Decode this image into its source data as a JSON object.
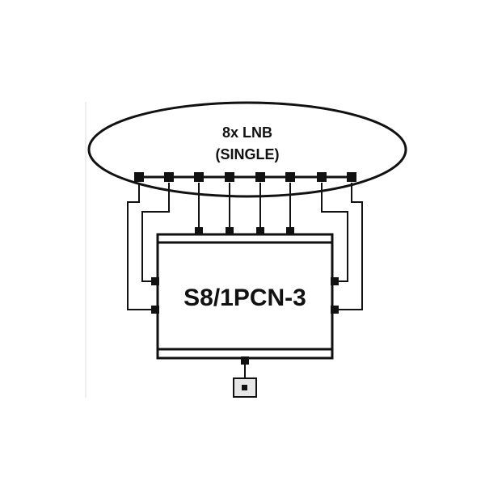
{
  "lnb_group": {
    "line1": "8x LNB",
    "line2": "(SINGLE)",
    "count": 8
  },
  "device": {
    "model": "S8/1PCN-3"
  },
  "colors": {
    "stroke": "#111111",
    "background": "#ffffff",
    "outlet_fill": "#e6e6e6"
  },
  "icons": {
    "connector": "square-connector-icon",
    "outlet": "outlet-icon"
  }
}
